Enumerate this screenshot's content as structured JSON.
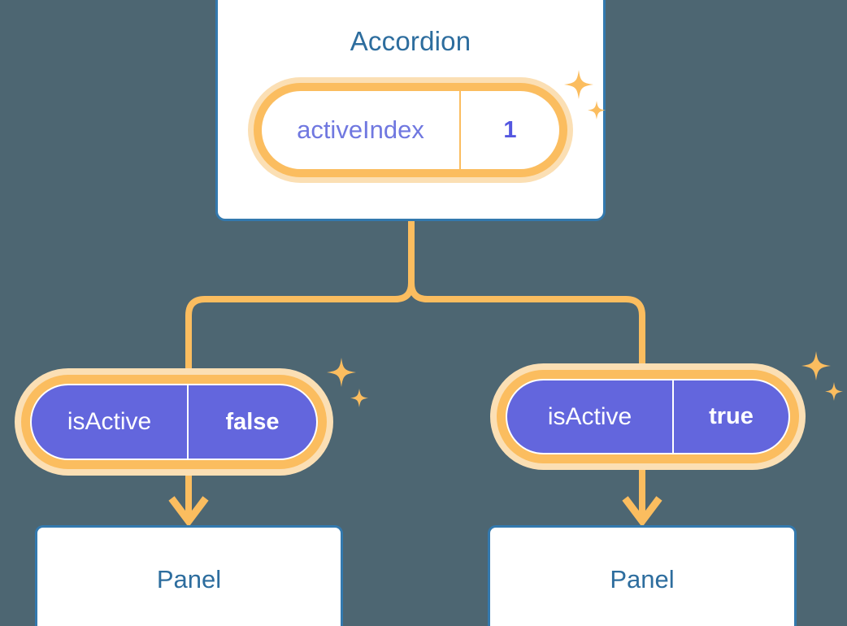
{
  "theme": {
    "background": "#4d6672",
    "card_bg": "#ffffff",
    "card_border": "#3379ae",
    "title_color": "#2d6d9e",
    "pill_ring": "#fbbd5f",
    "pill_halo": "#fbdfb4",
    "pill_purple": "#6366dd",
    "connector": "#fbbd5f",
    "value_indigo": "#5457e0",
    "label_indigo": "#7078e0"
  },
  "diagram": {
    "root": {
      "title": "Accordion",
      "state": {
        "key": "activeIndex",
        "value": "1"
      }
    },
    "branches": [
      {
        "prop": {
          "key": "isActive",
          "value": "false"
        },
        "child": {
          "title": "Panel"
        }
      },
      {
        "prop": {
          "key": "isActive",
          "value": "true"
        },
        "child": {
          "title": "Panel"
        }
      }
    ]
  },
  "icons": {
    "sparkle_large": "sparkle-icon",
    "sparkle_small": "sparkle-small-icon",
    "arrow_down": "arrow-down-icon"
  }
}
